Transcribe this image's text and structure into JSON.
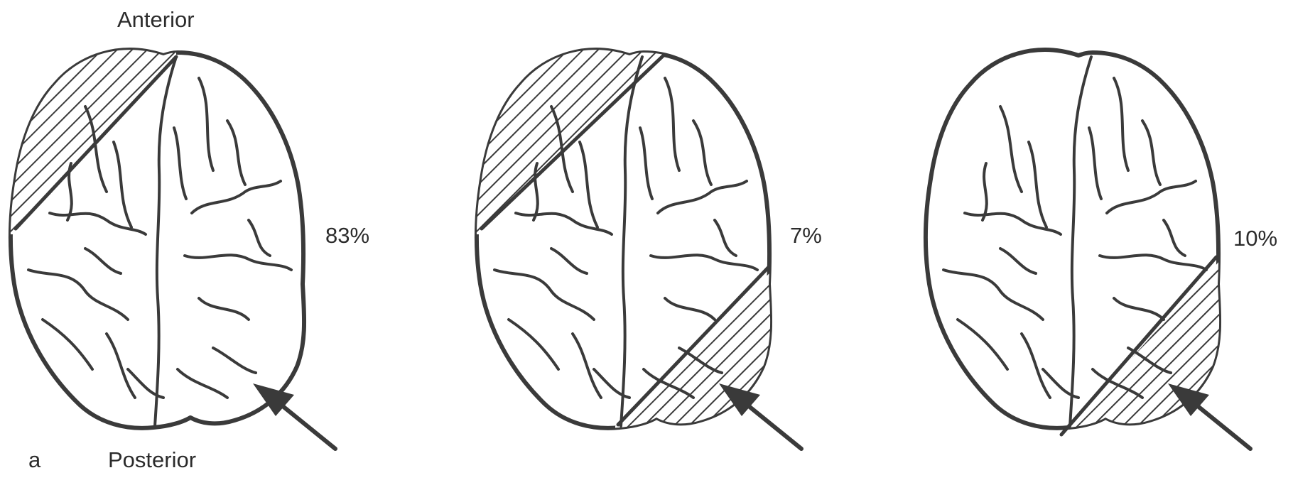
{
  "figure": {
    "panel_label": "a",
    "anterior_label": "Anterior",
    "posterior_label": "Posterior"
  },
  "brains": [
    {
      "percentage": "83%",
      "hatched_region": "left-anterior"
    },
    {
      "percentage": "7%",
      "hatched_region": "left-anterior-and-right-posterior"
    },
    {
      "percentage": "10%",
      "hatched_region": "right-posterior"
    }
  ],
  "colors": {
    "ink": "#3a3a3a",
    "text": "#2b2b2b",
    "background": "#ffffff"
  },
  "icons": {
    "arrow": "arrow-icon"
  }
}
